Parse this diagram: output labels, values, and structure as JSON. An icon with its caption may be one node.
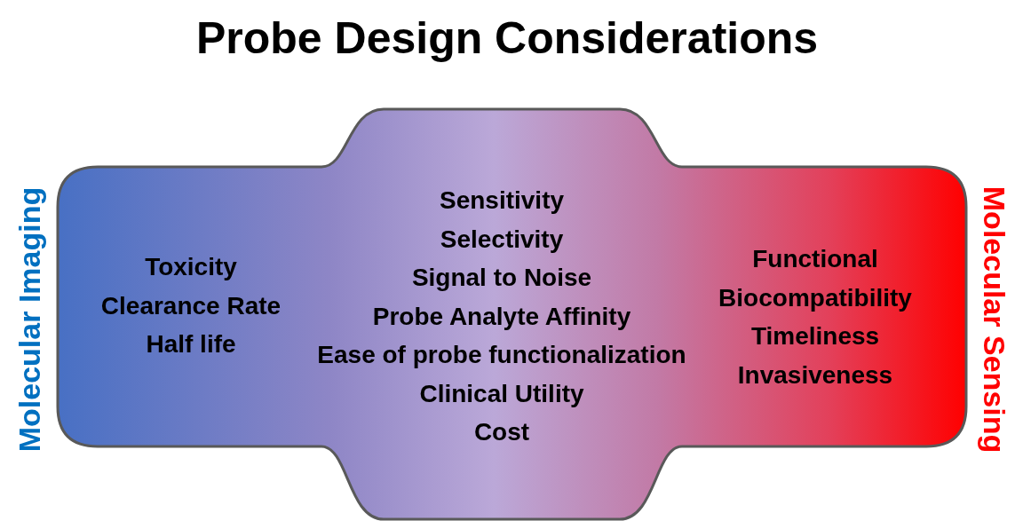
{
  "diagram": {
    "title": "Probe Design Considerations",
    "nodes": [
      {
        "text": [
          "Toxicity",
          "Clearance Rate",
          "Half life",
          "Sensitivity",
          "Selectivity",
          "Signal to Noise",
          "Probe Analyte Affinity",
          "Ease of probe functionalization",
          "Clinical Utility",
          "Cost",
          "Functional",
          "Biocompatibility",
          "Timeliness",
          "Invasiveness"
        ]
      }
    ],
    "labels": [
      "Molecular Imaging",
      "Molecular Sensing"
    ]
  }
}
